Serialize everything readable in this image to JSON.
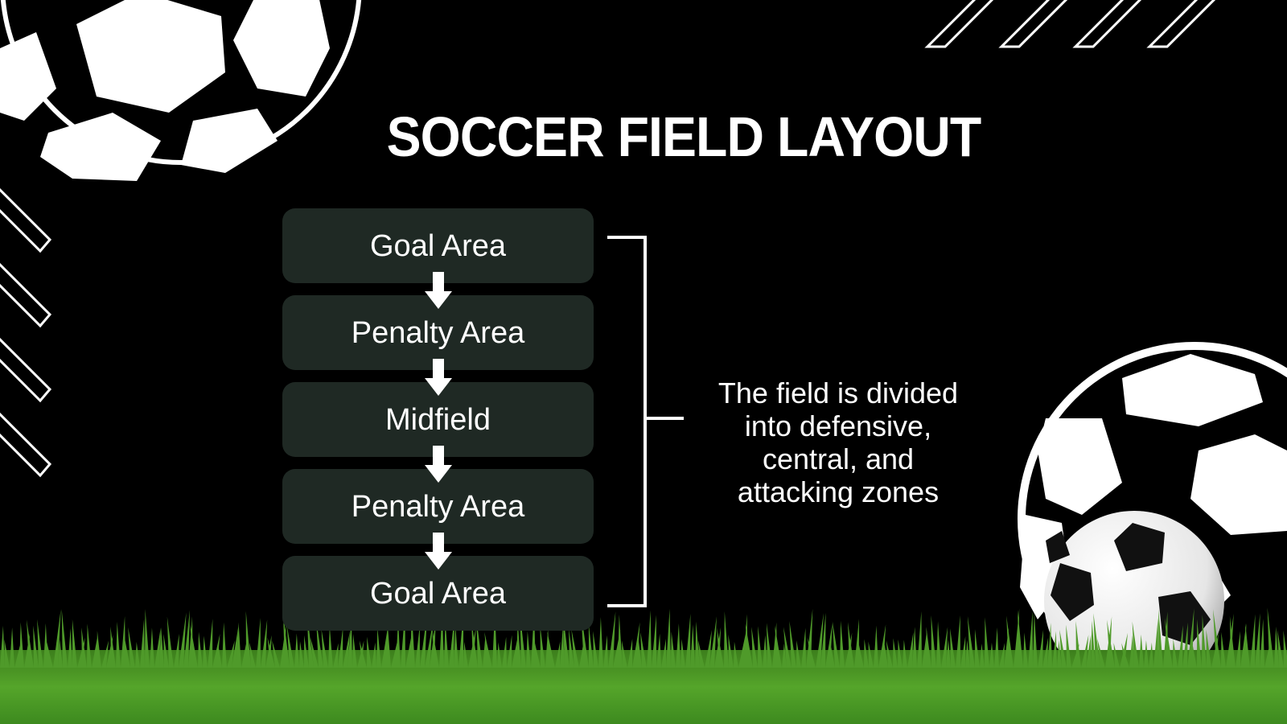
{
  "title": "SOCCER FIELD LAYOUT",
  "stages": [
    {
      "label": "Goal Area"
    },
    {
      "label": "Penalty Area"
    },
    {
      "label": "Midfield"
    },
    {
      "label": "Penalty Area"
    },
    {
      "label": "Goal Area"
    }
  ],
  "note": "The field is divided into defensive, central, and attacking zones",
  "colors": {
    "background": "#000000",
    "box": "#1f2924",
    "text": "#ffffff",
    "grass": "#4f9a2a"
  },
  "icons": [
    "down-arrow-icon",
    "soccer-ball-icon",
    "grass-strip",
    "stripe-decoration"
  ]
}
